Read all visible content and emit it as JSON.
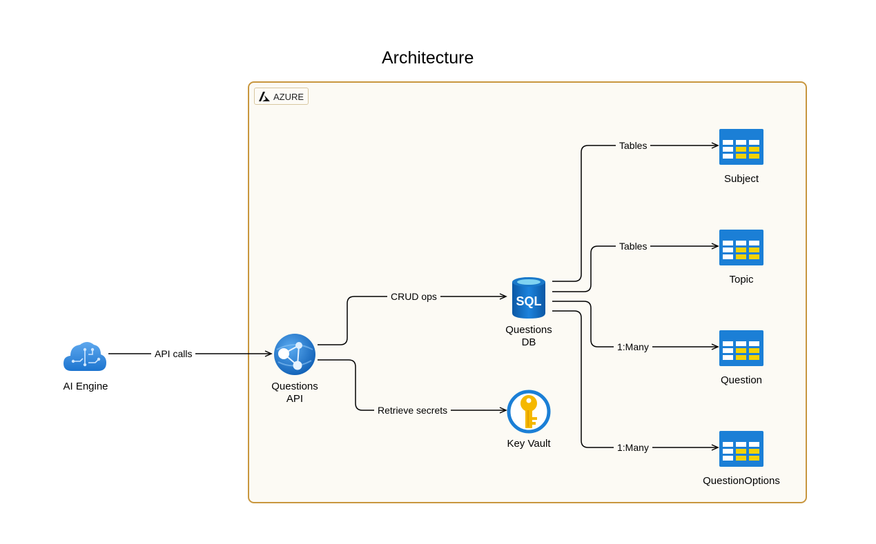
{
  "title": "Architecture",
  "group": {
    "label": "AZURE"
  },
  "nodes": {
    "ai_engine": "AI Engine",
    "questions_api": [
      "Questions",
      "API"
    ],
    "questions_db": [
      "Questions",
      "DB"
    ],
    "key_vault": "Key Vault",
    "subject": "Subject",
    "topic": "Topic",
    "question": "Question",
    "question_options": "QuestionOptions"
  },
  "edges": {
    "api_calls": "API calls",
    "crud_ops": "CRUD ops",
    "retrieve_secrets": "Retrieve secrets",
    "tables_subject": "Tables",
    "tables_topic": "Tables",
    "one_many_question": "1:Many",
    "one_many_options": "1:Many"
  },
  "colors": {
    "container_border": "#c8963e",
    "container_fill": "#fcfaf4",
    "azure_blue": "#1b7fd6",
    "key_gold": "#f5b800"
  },
  "icons": {
    "ai_engine": "cloud-circuit-icon",
    "questions_api": "app-service-icon",
    "questions_db": "sql-database-icon",
    "key_vault": "key-vault-icon",
    "tables": "table-icon",
    "group": "azure-logo-icon"
  }
}
